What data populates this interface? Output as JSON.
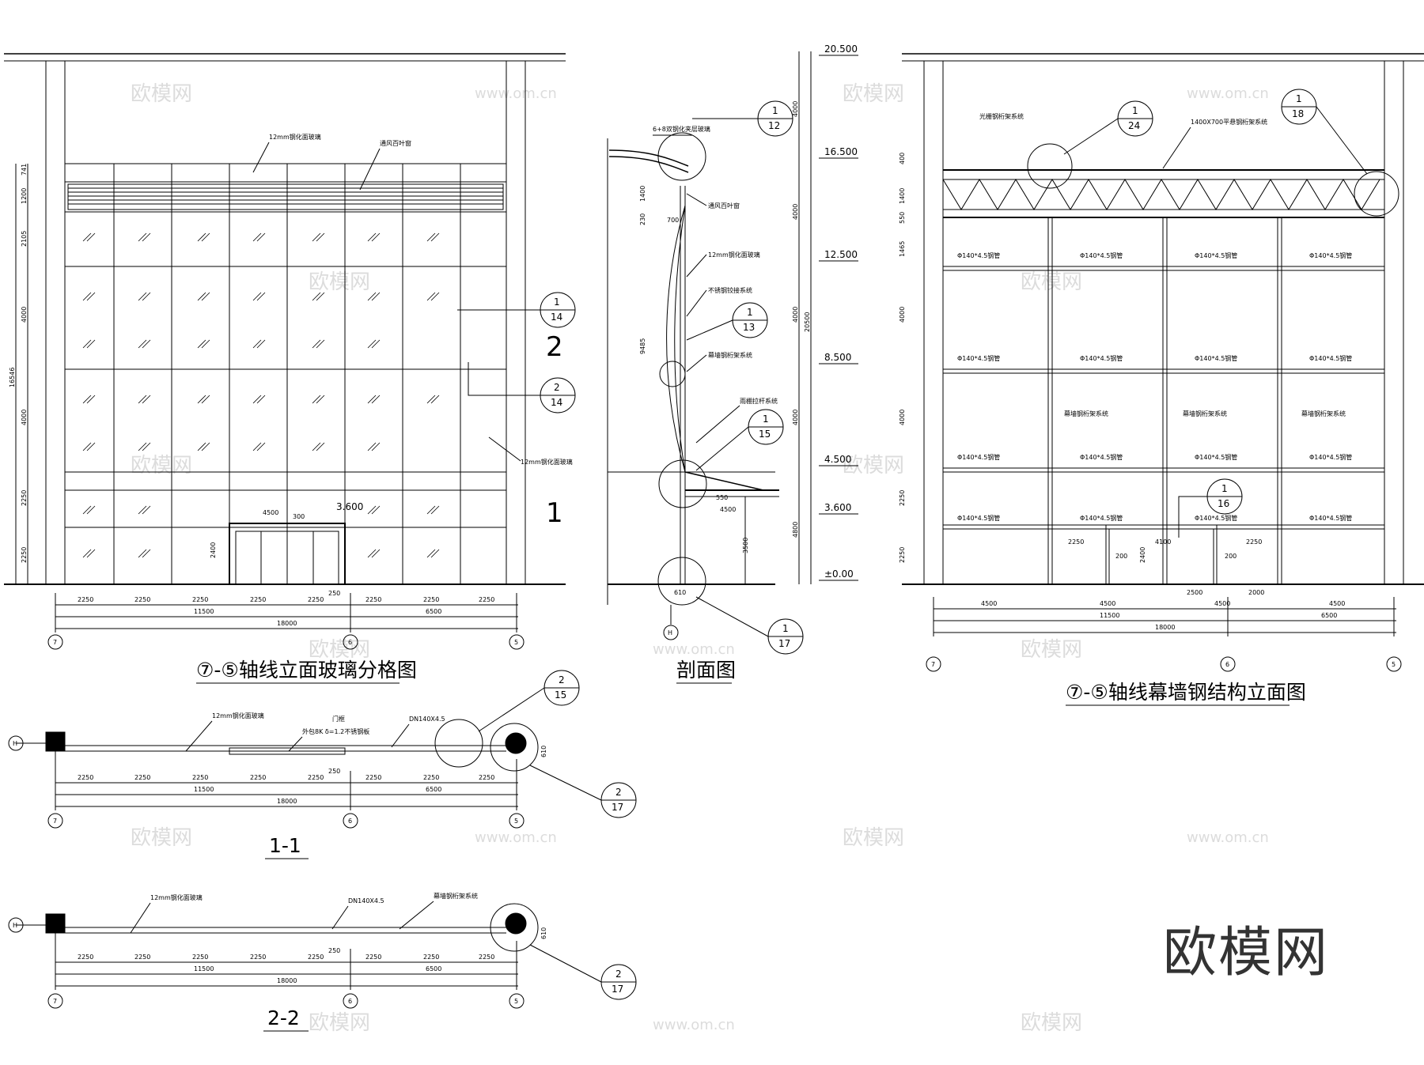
{
  "titles": {
    "elevation": "⑦-⑤轴线立面玻璃分格图",
    "section": "剖面图",
    "structure": "⑦-⑤轴线幕墙钢结构立面图",
    "plan1": "1-1",
    "plan2": "2-2"
  },
  "brand": "欧模网",
  "watermarks": {
    "cn": "欧模网",
    "url": "www.om.cn"
  },
  "axes": {
    "a7": "7",
    "a6": "6",
    "a5": "5",
    "aH": "H"
  },
  "dims": {
    "d2250": "2250",
    "d250": "250",
    "d11500": "11500",
    "d6500": "6500",
    "d18000": "18000",
    "d4500": "4500",
    "d300": "300",
    "d2400": "2400",
    "d741": "741",
    "d1200": "1200",
    "d2105": "2105",
    "d4000": "4000",
    "d16546": "16546",
    "d9485": "9485",
    "d3500": "3500",
    "d4800": "4800",
    "d20500": "20500",
    "d1400": "1400",
    "d700": "700",
    "d610": "610",
    "d400": "400",
    "d1465": "1465",
    "d2500": "2500",
    "d2000": "2000",
    "d4100": "4100",
    "d200": "200",
    "d550": "550",
    "d230": "230"
  },
  "levels": {
    "l20500": "20.500",
    "l16500": "16.500",
    "l12500": "12.500",
    "l8500": "8.500",
    "l4500": "4.500",
    "l3600": "3.600",
    "l0": "±0.00"
  },
  "labels": {
    "glass12": "12mm钢化面玻璃",
    "louver": "通风百叶窗",
    "laminated": "6+8双钢化夹层玻璃",
    "hinge": "不锈钢铰接系统",
    "truss": "幕墙钢桁架系统",
    "canopy": "雨棚拉杆系统",
    "grille": "光栅钢桁架系统",
    "flatTruss": "1400X700平悬钢桁架系统",
    "pipe": "Φ140*4.5钢管",
    "doorFrame": "门框",
    "cladding": "外包8K δ=1.2不锈钢板",
    "dn": "DN140X4.5",
    "zone2": "2",
    "zone1": "1"
  },
  "callouts": {
    "c1_14": [
      "1",
      "14"
    ],
    "c2_14": [
      "2",
      "14"
    ],
    "c1_12": [
      "1",
      "12"
    ],
    "c1_13": [
      "1",
      "13"
    ],
    "c1_15": [
      "1",
      "15"
    ],
    "c1_17": [
      "1",
      "17"
    ],
    "c1_24": [
      "1",
      "24"
    ],
    "c1_18": [
      "1",
      "18"
    ],
    "c1_16": [
      "1",
      "16"
    ],
    "c2_15": [
      "2",
      "15"
    ],
    "c2_17": [
      "2",
      "17"
    ]
  }
}
